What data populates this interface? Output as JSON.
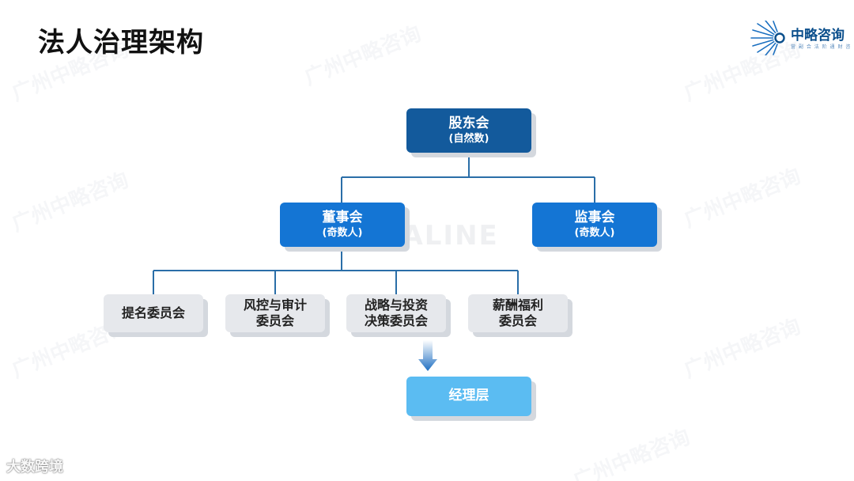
{
  "page": {
    "title": "法人治理架构"
  },
  "brand": {
    "name": "中略咨询",
    "tagline": "营 副 合 法 阶 通 财 咨"
  },
  "watermark": {
    "center_text": "NALINE",
    "repeat_text": "广州中略咨询"
  },
  "footer": {
    "logo_text": "大数跨境"
  },
  "nodes": {
    "shareholders": {
      "label": "股东会",
      "sub": "(自然数)"
    },
    "board": {
      "label": "董事会",
      "sub": "(奇数人)"
    },
    "supervisors": {
      "label": "监事会",
      "sub": "(奇数人)"
    },
    "c1": {
      "line1": "提名委员会",
      "line2": ""
    },
    "c2": {
      "line1": "风控与审计",
      "line2": "委员会"
    },
    "c3": {
      "line1": "战略与投资",
      "line2": "决策委员会"
    },
    "c4": {
      "line1": "薪酬福利",
      "line2": "委员会"
    },
    "management": {
      "label": "经理层"
    }
  },
  "colors": {
    "dark": "#135a9c",
    "mid": "#1475d4",
    "light": "#e6e8ec",
    "sky": "#5bbcf2",
    "connector": "#2a6ea8"
  }
}
